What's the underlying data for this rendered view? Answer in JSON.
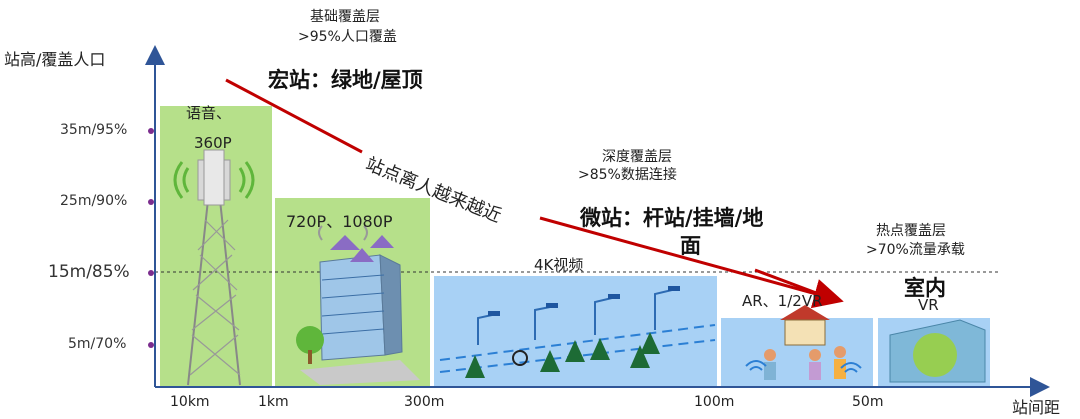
{
  "axes": {
    "y_label": "站高/覆盖人口",
    "x_label": "站间距",
    "y_ticks": [
      "35m/95%",
      "25m/90%",
      "15m/85%",
      "5m/70%"
    ],
    "x_ticks": [
      "10km",
      "1km",
      "300m",
      "100m",
      "50m"
    ]
  },
  "layers": {
    "basic": {
      "name": "基础覆盖层",
      "coverage": ">95%人口覆盖",
      "site": "宏站：绿地/屋顶"
    },
    "deep": {
      "name": "深度覆盖层",
      "coverage": ">85%数据连接",
      "site_line1": "微站：杆站/挂墙/地",
      "site_line2": "面"
    },
    "hotspot": {
      "name": "热点覆盖层",
      "coverage": ">70%流量承载",
      "site": "室内"
    }
  },
  "services": {
    "voice_line1": "语音、",
    "voice_line2": "360P",
    "hd": "720P、1080P",
    "video4k": "4K视频",
    "ar": "AR、1/2VR",
    "vr": "VR"
  },
  "trend_label": "站点离人越来越近",
  "colors": {
    "green_panel": "#b6e08a",
    "blue_panel": "#a8d1f5",
    "arrow": "#c00000",
    "axis": "#2f5597",
    "tick_dot": "#7b2d8e"
  },
  "icons": [
    "cell-tower-icon",
    "building-antenna-icon",
    "street-pole-icon",
    "tree-icon",
    "cyclist-icon",
    "house-icon",
    "people-icon",
    "enterprise-building-icon",
    "wifi-icon"
  ]
}
